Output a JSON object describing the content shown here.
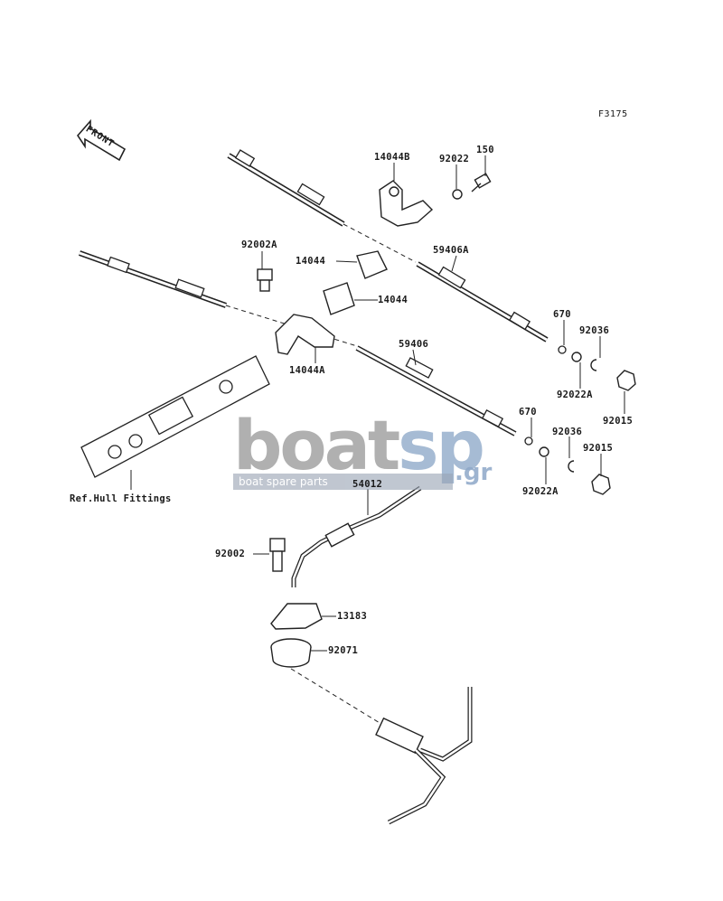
{
  "figure_id": "F3175",
  "front_label": "FRONT",
  "watermark": {
    "logo_main": "boat",
    "logo_accent": "sp",
    "logo_suffix": ".gr",
    "tagline": "boat spare parts"
  },
  "parts": {
    "p14044B": "14044B",
    "p92022": "92022",
    "p150": "150",
    "p92002A": "92002A",
    "p14044_1": "14044",
    "p14044_2": "14044",
    "p59406A": "59406A",
    "p670_1": "670",
    "p92036_1": "92036",
    "p14044A": "14044A",
    "p59406": "59406",
    "p92022A_1": "92022A",
    "p92015_1": "92015",
    "p670_2": "670",
    "p92036_2": "92036",
    "p92015_2": "92015",
    "p92022A_2": "92022A",
    "ref_hull": "Ref.Hull Fittings",
    "p54012": "54012",
    "p92002": "92002",
    "p13183": "13183",
    "p92071": "92071"
  }
}
